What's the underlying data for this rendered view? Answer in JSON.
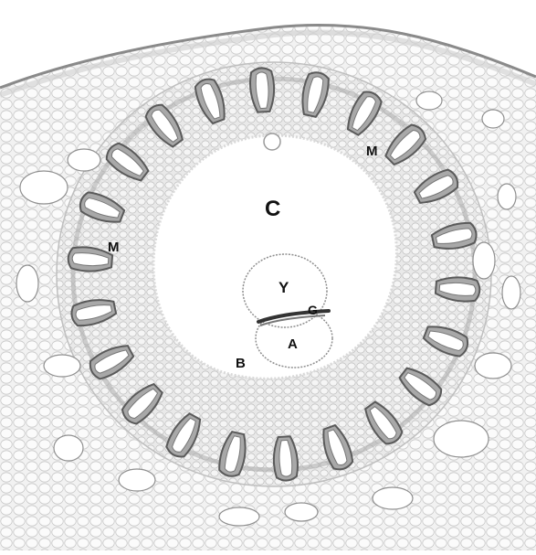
{
  "figure": {
    "labels": {
      "c": "C",
      "m_upper": "M",
      "m_left": "M",
      "y": "Y",
      "g": "G",
      "a": "A",
      "b": "B"
    },
    "colors": {
      "background": "#ffffff",
      "tissue_fill": "#f0f0f0",
      "cell_line": "#c6c6c6",
      "wall_fill": "#bdbdbd",
      "wall_dark": "#555555",
      "epidermis": "#7a7a7a",
      "cavity": "#ffffff",
      "outline": "#444444"
    }
  }
}
